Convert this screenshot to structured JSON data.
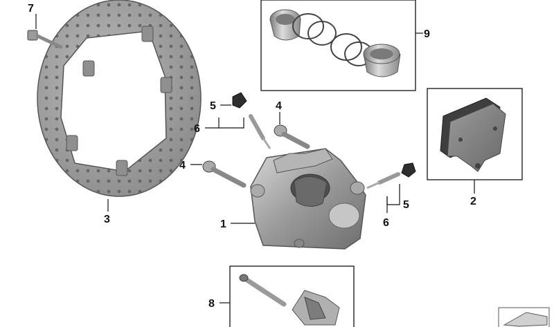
{
  "diagram": {
    "callouts": {
      "p1": "1",
      "p2": "2",
      "p3": "3",
      "p4a": "4",
      "p4b": "4",
      "p5a": "5",
      "p5b": "5",
      "p6a": "6",
      "p6b": "6",
      "p7": "7",
      "p8": "8",
      "p9": "9"
    }
  }
}
